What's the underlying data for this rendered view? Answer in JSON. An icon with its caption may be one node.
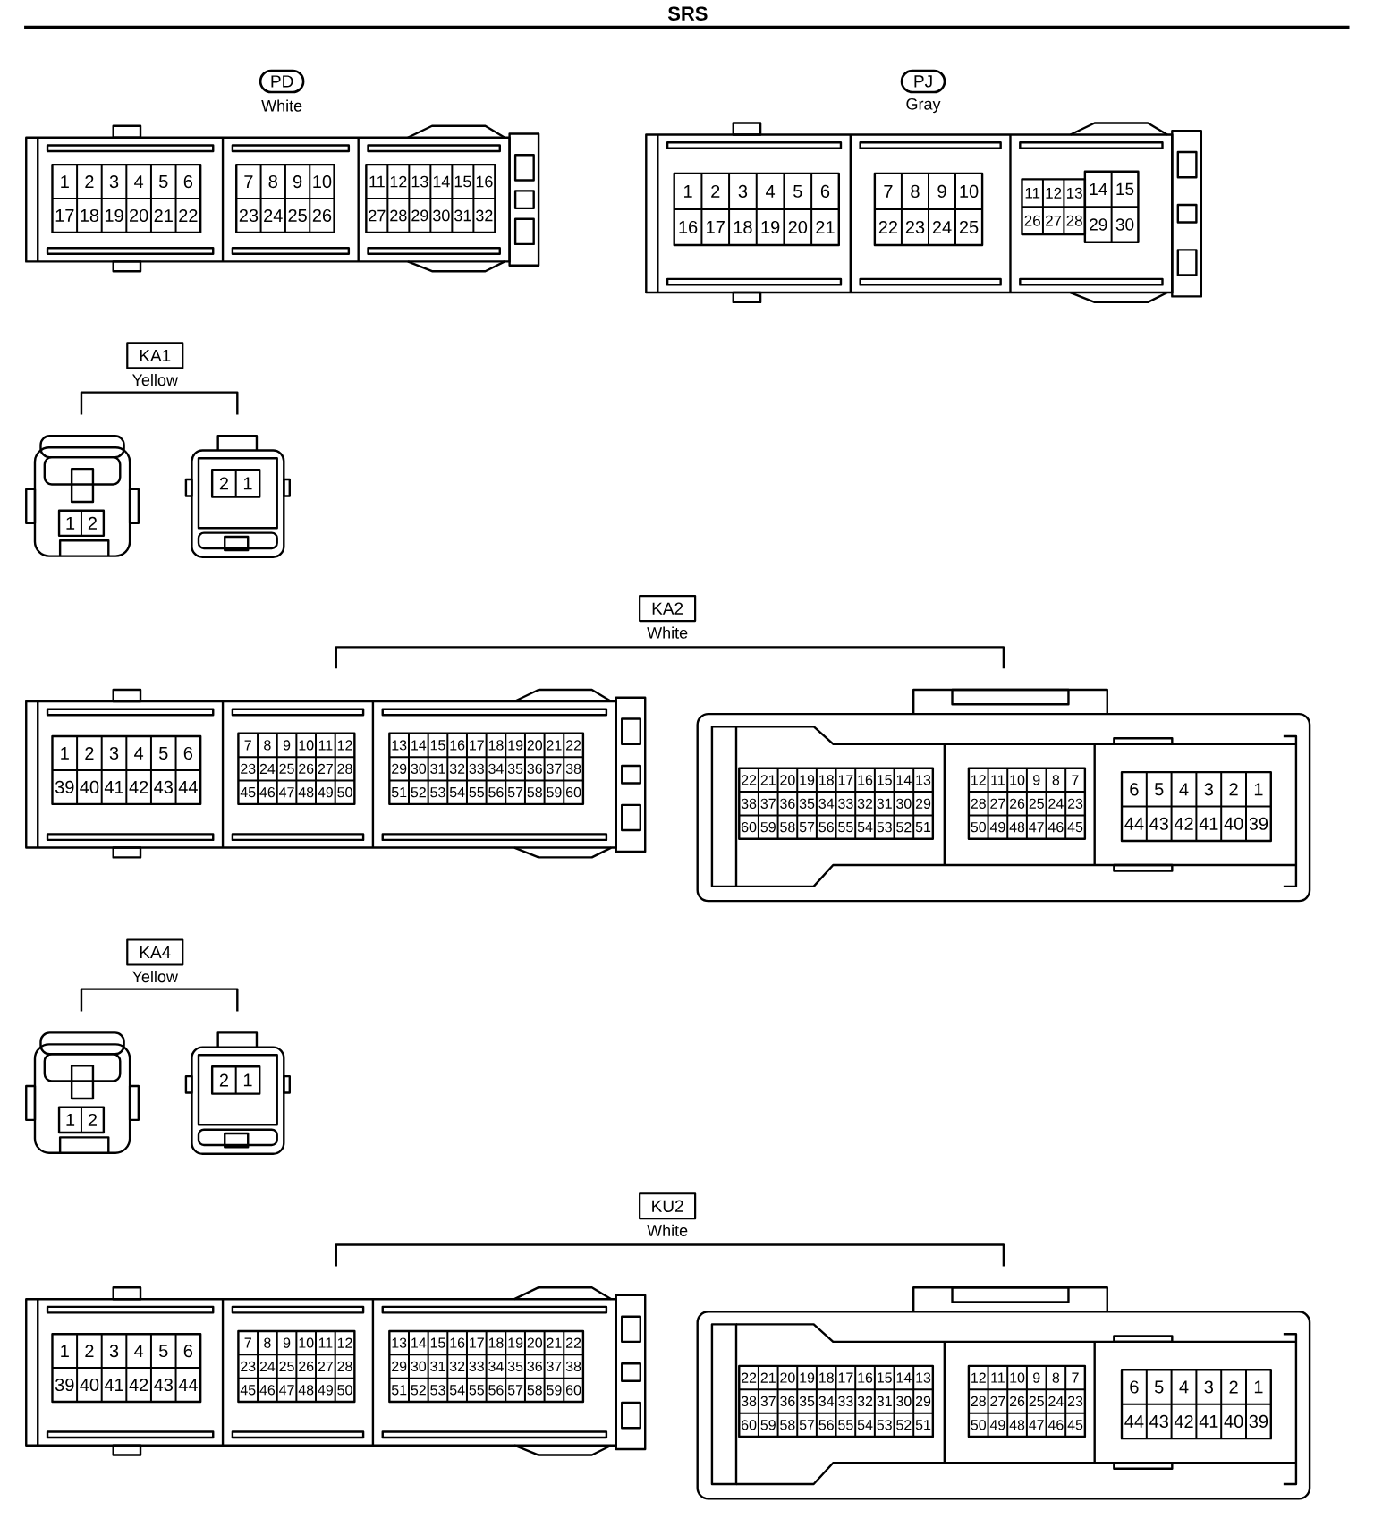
{
  "diagram": {
    "title": "SRS",
    "nodes": [
      {
        "text": [
          "PD"
        ],
        "beside": [
          "White"
        ]
      },
      {
        "text": [
          "PJ"
        ],
        "beside": [
          "Gray"
        ]
      },
      {
        "text": [
          "KA1"
        ],
        "beside": [
          "Yellow"
        ]
      },
      {
        "text": [
          "KA2"
        ],
        "beside": [
          "White"
        ]
      },
      {
        "text": [
          "KA4"
        ],
        "beside": [
          "Yellow"
        ]
      },
      {
        "text": [
          "KU2"
        ],
        "beside": [
          "White"
        ]
      }
    ],
    "labels": [
      "1",
      "2",
      "3",
      "4",
      "5",
      "6",
      "17",
      "18",
      "19",
      "20",
      "21",
      "22",
      "7",
      "8",
      "9",
      "10",
      "23",
      "24",
      "25",
      "26",
      "11",
      "12",
      "13",
      "14",
      "15",
      "16",
      "27",
      "28",
      "29",
      "30",
      "31",
      "32",
      "1",
      "2",
      "3",
      "4",
      "5",
      "6",
      "16",
      "17",
      "18",
      "19",
      "20",
      "21",
      "7",
      "8",
      "9",
      "10",
      "22",
      "23",
      "24",
      "25",
      "11",
      "12",
      "13",
      "26",
      "27",
      "28",
      "14",
      "15",
      "29",
      "30",
      "1",
      "2",
      "2",
      "1",
      "1",
      "2",
      "3",
      "4",
      "5",
      "6",
      "39",
      "40",
      "41",
      "42",
      "43",
      "44",
      "7",
      "8",
      "9",
      "10",
      "11",
      "12",
      "23",
      "24",
      "25",
      "26",
      "27",
      "28",
      "45",
      "46",
      "47",
      "48",
      "49",
      "50",
      "13",
      "14",
      "15",
      "16",
      "17",
      "18",
      "19",
      "20",
      "21",
      "22",
      "29",
      "30",
      "31",
      "32",
      "33",
      "34",
      "35",
      "36",
      "37",
      "38",
      "51",
      "52",
      "53",
      "54",
      "55",
      "56",
      "57",
      "58",
      "59",
      "60",
      "22",
      "21",
      "20",
      "19",
      "18",
      "17",
      "16",
      "15",
      "14",
      "13",
      "38",
      "37",
      "36",
      "35",
      "34",
      "33",
      "32",
      "31",
      "30",
      "29",
      "60",
      "59",
      "58",
      "57",
      "56",
      "55",
      "54",
      "53",
      "52",
      "51",
      "12",
      "11",
      "10",
      "9",
      "8",
      "7",
      "28",
      "27",
      "26",
      "25",
      "24",
      "23",
      "50",
      "49",
      "48",
      "47",
      "46",
      "45",
      "6",
      "5",
      "4",
      "3",
      "2",
      "1",
      "44",
      "43",
      "42",
      "41",
      "40",
      "39",
      "1",
      "2",
      "2",
      "1",
      "1",
      "2",
      "3",
      "4",
      "5",
      "6",
      "39",
      "40",
      "41",
      "42",
      "43",
      "44",
      "7",
      "8",
      "9",
      "10",
      "11",
      "12",
      "23",
      "24",
      "25",
      "26",
      "27",
      "28",
      "45",
      "46",
      "47",
      "48",
      "49",
      "50",
      "13",
      "14",
      "15",
      "16",
      "17",
      "18",
      "19",
      "20",
      "21",
      "22",
      "29",
      "30",
      "31",
      "32",
      "33",
      "34",
      "35",
      "36",
      "37",
      "38",
      "51",
      "52",
      "53",
      "54",
      "55",
      "56",
      "57",
      "58",
      "59",
      "60",
      "22",
      "21",
      "20",
      "19",
      "18",
      "17",
      "16",
      "15",
      "14",
      "13",
      "38",
      "37",
      "36",
      "35",
      "34",
      "33",
      "32",
      "31",
      "30",
      "29",
      "60",
      "59",
      "58",
      "57",
      "56",
      "55",
      "54",
      "53",
      "52",
      "51",
      "12",
      "11",
      "10",
      "9",
      "8",
      "7",
      "28",
      "27",
      "26",
      "25",
      "24",
      "23",
      "50",
      "49",
      "48",
      "47",
      "46",
      "45",
      "6",
      "5",
      "4",
      "3",
      "2",
      "1",
      "44",
      "43",
      "42",
      "41",
      "40",
      "39"
    ]
  }
}
